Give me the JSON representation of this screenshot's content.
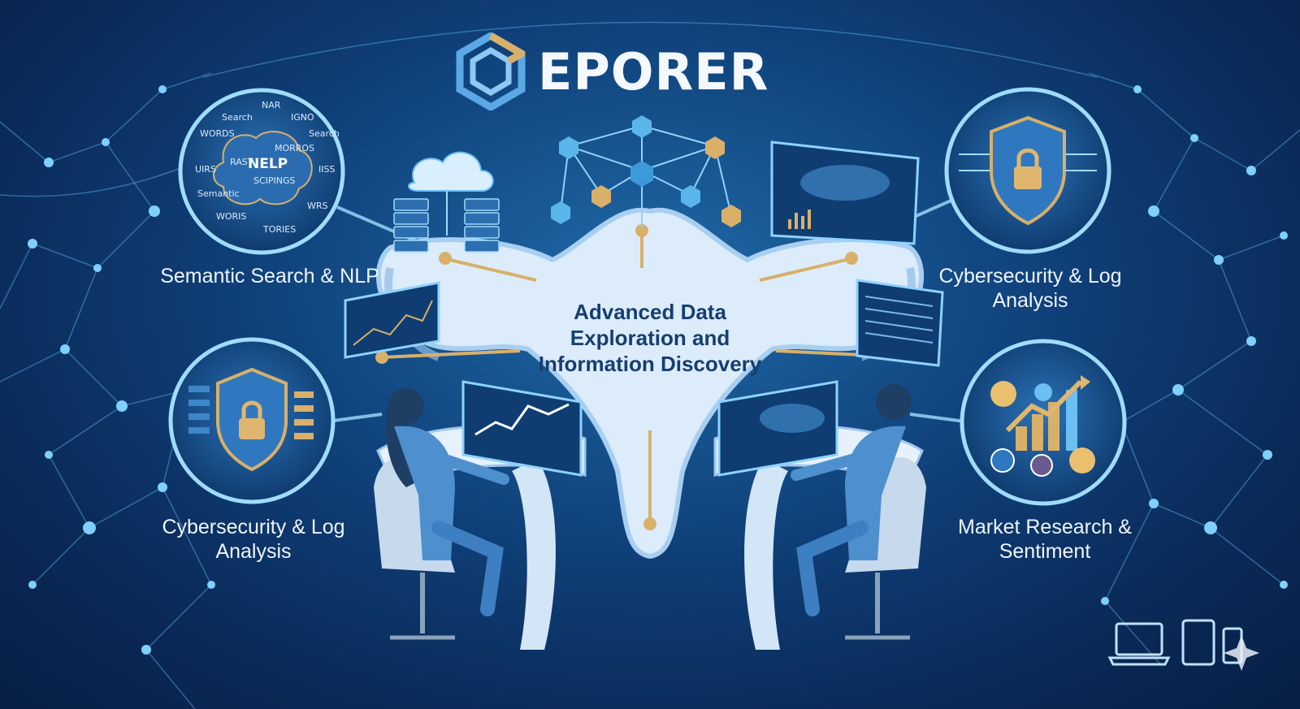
{
  "brand": {
    "name": "EPORER"
  },
  "center": {
    "title": "Advanced Data Exploration and Information Discovery"
  },
  "features": {
    "top_left": "Semantic Search & NLP",
    "top_right": "Cybersecurity & Log Analysis",
    "bottom_left": "Cybersecurity & Log Analysis",
    "bottom_right": "Market Research & Sentiment"
  },
  "nlp_words": {
    "w1": "NAR",
    "w2": "Search",
    "w3": "IGNO",
    "w4": "WORDS",
    "w5": "Search",
    "w6": "MORROS",
    "w7": "RAST",
    "w8": "NELP",
    "w9": "UIRS",
    "w10": "SCIPINGS",
    "w11": "IISS",
    "w12": "Semantic",
    "w13": "WRS",
    "w14": "WORIS",
    "w15": "TORIES"
  },
  "icons": {
    "brand": "hexagon-logo-icon",
    "brain": "brain-icon",
    "shield": "shield-lock-icon",
    "sentiment": "sentiment-chart-icon",
    "laptop": "laptop-icon",
    "tablet": "tablet-icon",
    "phone": "phone-icon",
    "sparkle": "sparkle-icon"
  },
  "colors": {
    "navy": "#0a2a58",
    "accent": "#5cc8ff",
    "gold": "#d8b06a",
    "platform": "#dcecfb"
  }
}
